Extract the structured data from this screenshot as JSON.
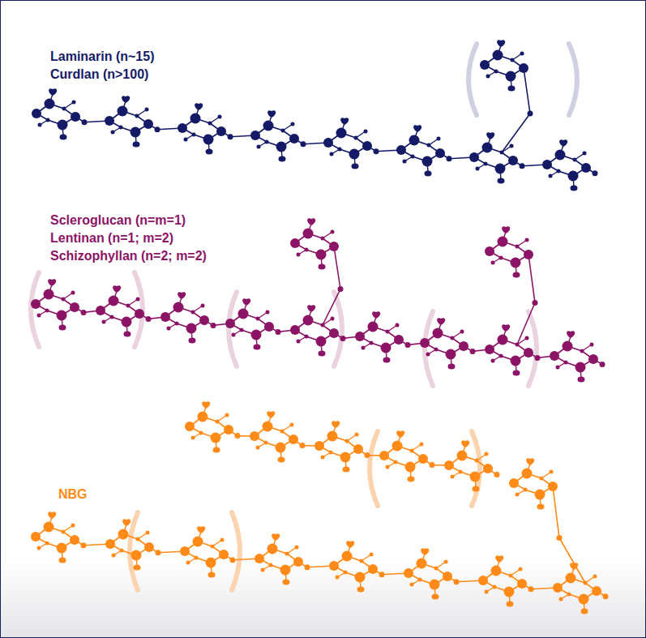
{
  "diagram": {
    "labels": [
      "Laminarin (n~15)",
      "Curdlan (n>100)",
      "Scleroglucan  (n=m=1)",
      "Lentinan (n=1; m=2)",
      "Schizophyllan (n=2; m=2)",
      "NBG"
    ]
  }
}
